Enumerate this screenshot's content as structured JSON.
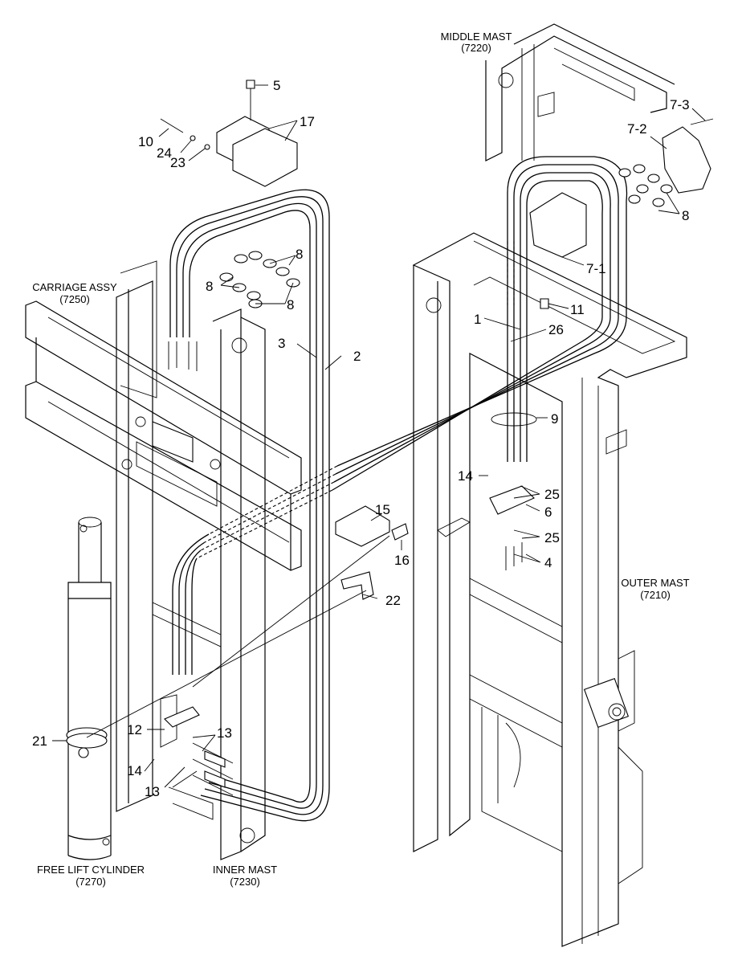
{
  "assemblies": {
    "middle_mast": {
      "name": "MIDDLE MAST",
      "code": "(7220)"
    },
    "carriage": {
      "name": "CARRIAGE ASSY",
      "code": "(7250)"
    },
    "outer_mast": {
      "name": "OUTER MAST",
      "code": "(7210)"
    },
    "free_lift": {
      "name": "FREE LIFT CYLINDER",
      "code": "(7270)"
    },
    "inner_mast": {
      "name": "INNER MAST",
      "code": "(7230)"
    }
  },
  "callouts": {
    "c5": "5",
    "c17": "17",
    "c10": "10",
    "c24": "24",
    "c23": "23",
    "c8a": "8",
    "c8b": "8",
    "c8c": "8",
    "c8d": "8",
    "c7_3": "7-3",
    "c7_2": "7-2",
    "c7_1": "7-1",
    "c11": "11",
    "c1": "1",
    "c26": "26",
    "c3": "3",
    "c2": "2",
    "c9": "9",
    "c14a": "14",
    "c25a": "25",
    "c6": "6",
    "c25b": "25",
    "c4": "4",
    "c15": "15",
    "c16": "16",
    "c22": "22",
    "c21": "21",
    "c12": "12",
    "c13a": "13",
    "c14b": "14",
    "c13b": "13"
  }
}
